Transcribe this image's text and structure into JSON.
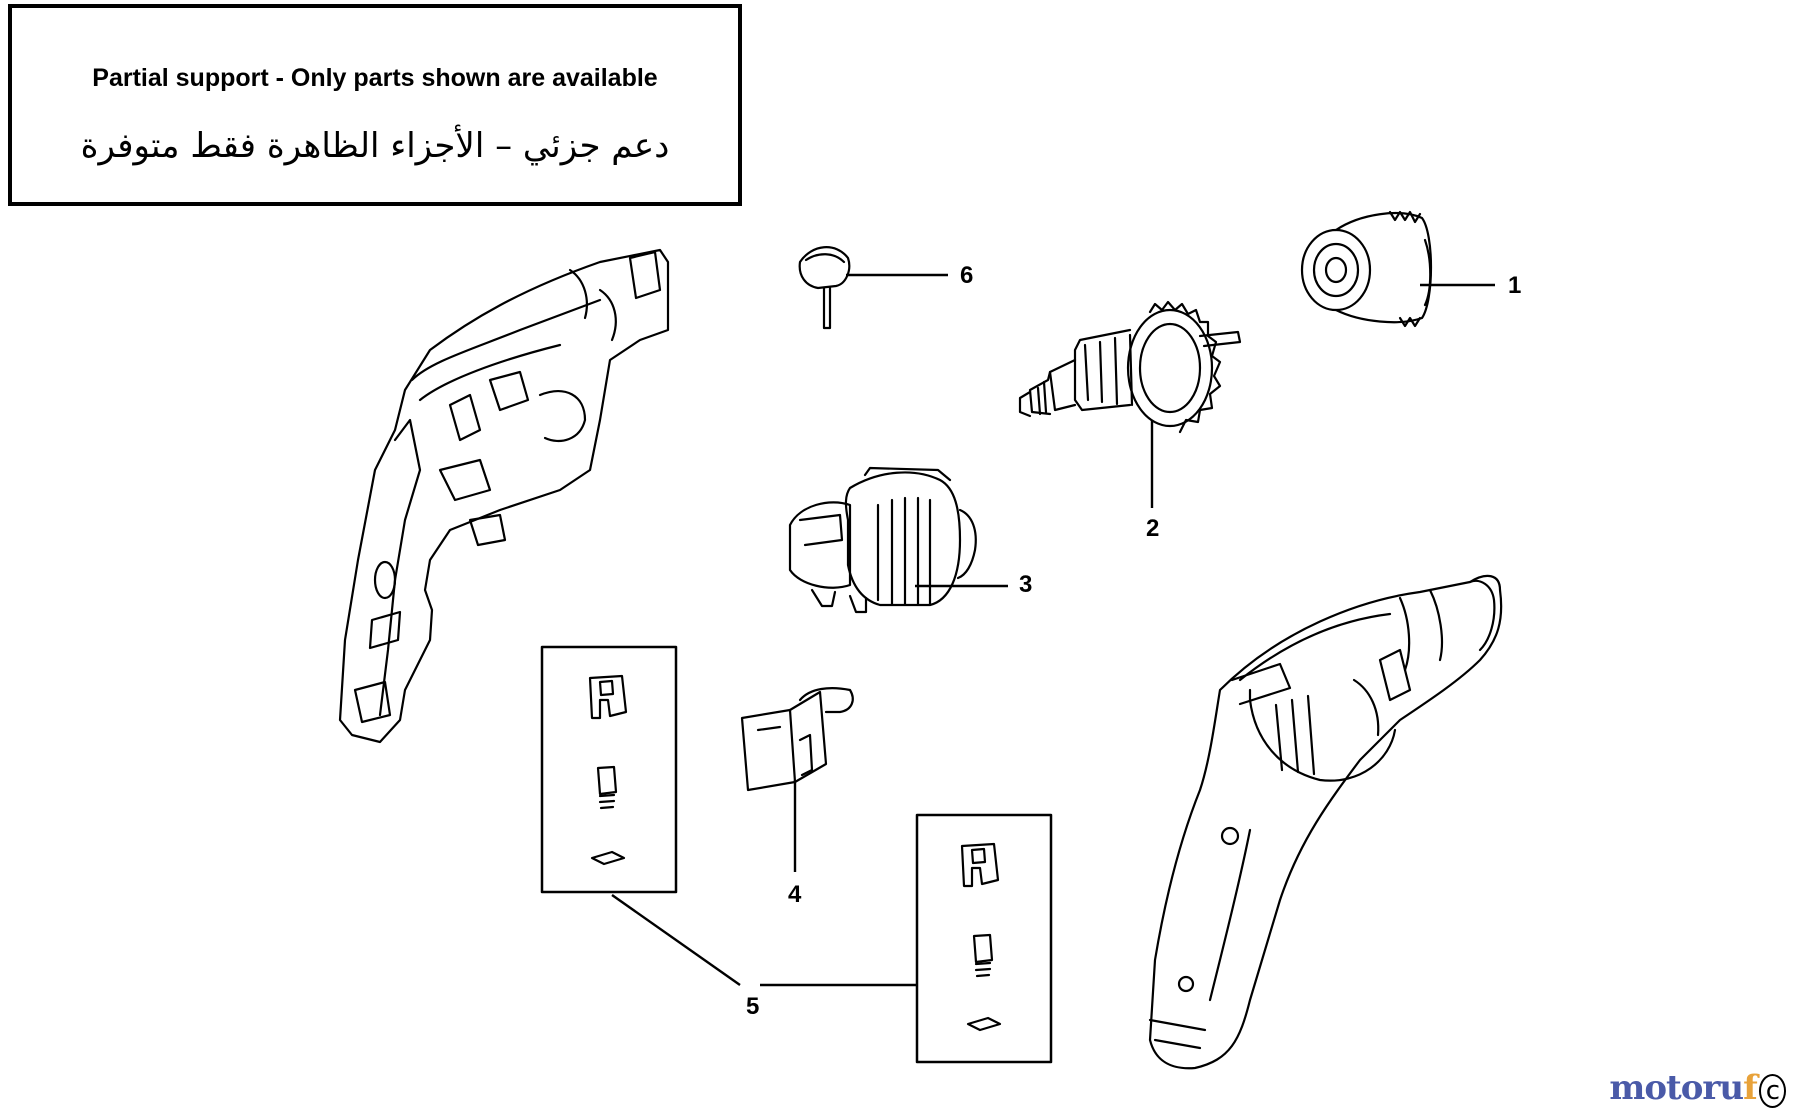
{
  "notice": {
    "english": "Partial support - Only parts shown are available",
    "arabic": "دعم جزئي – الأجزاء الظاهرة فقط متوفرة"
  },
  "callouts": [
    {
      "id": "1",
      "label": "1",
      "part": "chuck"
    },
    {
      "id": "2",
      "label": "2",
      "part": "armature"
    },
    {
      "id": "3",
      "label": "3",
      "part": "field-stator"
    },
    {
      "id": "4",
      "label": "4",
      "part": "switch"
    },
    {
      "id": "5",
      "label": "5",
      "part": "brush-kit"
    },
    {
      "id": "6",
      "label": "6",
      "part": "selector-knob"
    }
  ],
  "watermark": {
    "part_a": "motoru",
    "part_b": "f",
    "symbol": "c"
  }
}
